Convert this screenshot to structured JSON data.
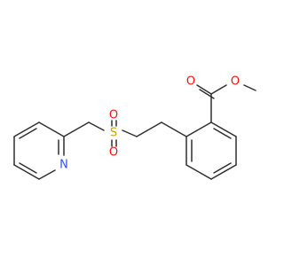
{
  "molecule": {
    "atoms": {
      "ester_o_carbonyl": {
        "symbol": "O",
        "color": "#ff0d0d"
      },
      "ester_o_ether": {
        "symbol": "O",
        "color": "#ff0d0d"
      },
      "sulfonyl_s": {
        "symbol": "S",
        "color": "#c8a000"
      },
      "sulfonyl_o_top": {
        "symbol": "O",
        "color": "#ff0d0d"
      },
      "sulfonyl_o_bottom": {
        "symbol": "O",
        "color": "#ff0d0d"
      },
      "pyridine_n": {
        "symbol": "N",
        "color": "#3050f8"
      }
    },
    "bond_color": "#2f2f2f"
  }
}
